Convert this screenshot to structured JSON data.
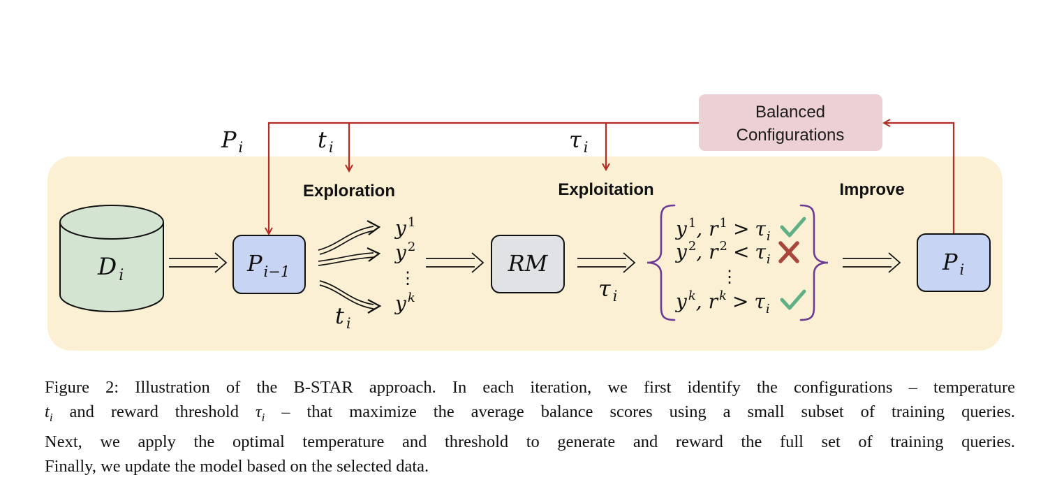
{
  "diagram": {
    "feedback_box": {
      "line1": "Balanced",
      "line2": "Configurations"
    },
    "top_labels": {
      "p_label": "P",
      "p_sub": "i",
      "t_label": "t",
      "t_sub": "i",
      "tau_label": "τ",
      "tau_sub": "i"
    },
    "stages": {
      "exploration": "Exploration",
      "exploitation": "Exploitation",
      "improve": "Improve"
    },
    "dataset": {
      "label": "D",
      "sub": "i"
    },
    "prev_policy": {
      "label": "P",
      "sub": "i−1"
    },
    "samples": [
      {
        "base": "y",
        "sup": "1"
      },
      {
        "base": "y",
        "sup": "2"
      },
      {
        "base": "⋮",
        "sup": ""
      },
      {
        "base": "y",
        "sup": "k"
      }
    ],
    "temperature_label": {
      "label": "t",
      "sub": "i"
    },
    "reward_model": {
      "label": "RM"
    },
    "threshold_label": {
      "label": "τ",
      "sub": "i"
    },
    "filter_results": [
      {
        "y": "y",
        "ysup": "1",
        "r": "r",
        "rsup": "1",
        "op": ">",
        "tau": "τ",
        "tausub": "i",
        "mark": "check-icon"
      },
      {
        "y": "y",
        "ysup": "2",
        "r": "r",
        "rsup": "2",
        "op": "<",
        "tau": "τ",
        "tausub": "i",
        "mark": "cross-icon"
      },
      {
        "y": "y",
        "ysup": "k",
        "r": "r",
        "rsup": "k",
        "op": ">",
        "tau": "τ",
        "tausub": "i",
        "mark": "check-icon"
      }
    ],
    "filter_dots": "⋮",
    "new_policy": {
      "label": "P",
      "sub": "i"
    },
    "colors": {
      "panel": "#fbf0d3",
      "feedback": "#b52a22",
      "feedback_box": "#ecd0d3",
      "cylinder": "#d3e4d1",
      "policy": "#c7d4f3",
      "rm": "#e1e2e6",
      "brace": "#6b3a93",
      "check": "#5fb087",
      "cross": "#a8463b"
    }
  },
  "caption": {
    "figure_label": "Figure 2:",
    "l1_a": "Illustration of the B-S",
    "l1_sc": "TAR",
    "l1_b": "approach. In each iteration, we first identify the configurations – temperature",
    "l2_t": "t",
    "l2_tsub": "i",
    "l2_a": "and reward threshold",
    "l2_tau": "τ",
    "l2_tausub": "i",
    "l2_b": "– that maximize the average balance scores using a small subset of training queries.",
    "l3": "Next, we apply the optimal temperature and threshold to generate and reward the full set of training queries.",
    "l4": "Finally, we update the model based on the selected data."
  }
}
